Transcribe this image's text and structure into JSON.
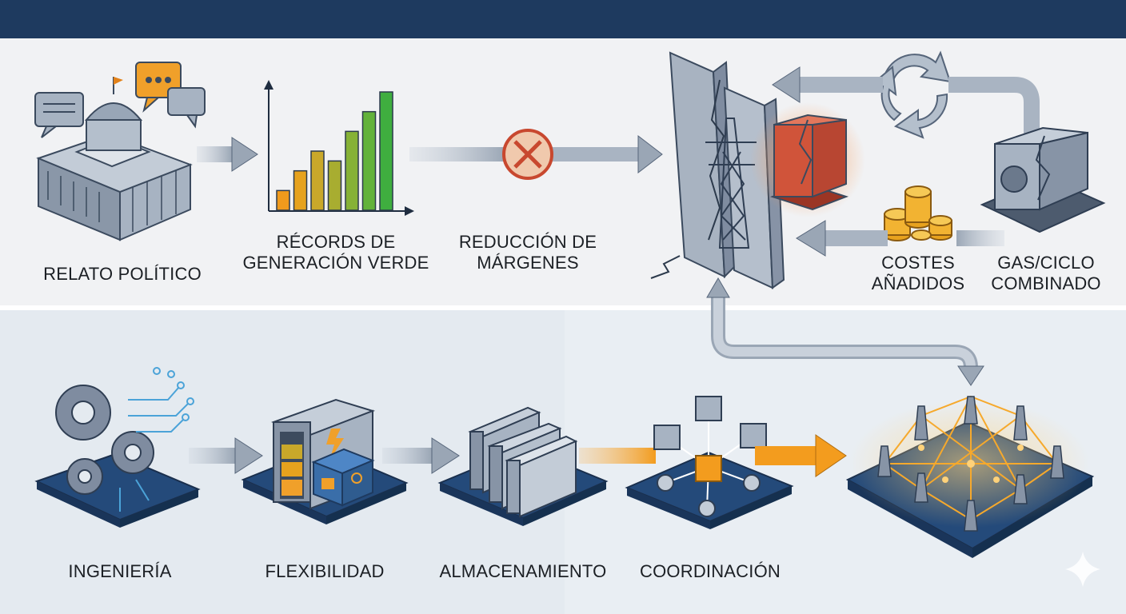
{
  "top_row": {
    "relato": "RELATO POLÍTICO",
    "records_line1": "RÉCORDS DE",
    "records_line2": "GENERACIÓN VERDE",
    "reduccion_line1": "REDUCCIÓN DE",
    "reduccion_line2": "MÁRGENES",
    "costes_line1": "COSTES",
    "costes_line2": "AÑADIDOS",
    "gas_line1": "GAS/CICLO",
    "gas_line2": "COMBINADO"
  },
  "bottom_row": {
    "ingenieria": "INGENIERÍA",
    "flexibilidad": "FLEXIBILIDAD",
    "almacenamiento": "ALMACENAMIENTO",
    "coordinacion": "COORDINACIÓN"
  },
  "chart_data": {
    "type": "bar",
    "values": [
      2,
      4,
      6,
      5,
      8,
      10,
      12
    ],
    "bar_colors": [
      "#f09a1c",
      "#e6a21e",
      "#c9a82a",
      "#a8ad30",
      "#86b236",
      "#62b23a",
      "#3fae3f"
    ]
  },
  "colors": {
    "navy": "#1e3a5f",
    "accent_orange": "#f39c1e",
    "alert_red": "#c8482f",
    "steel": "#8a97a8"
  }
}
